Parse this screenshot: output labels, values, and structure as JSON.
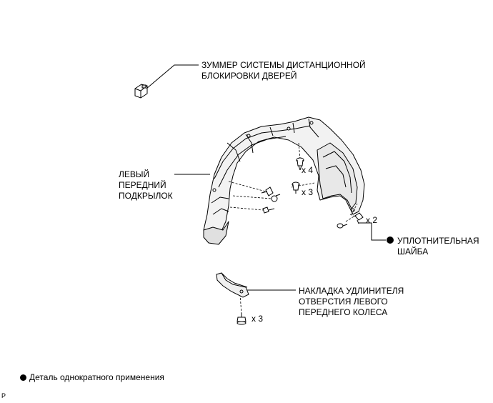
{
  "labels": {
    "buzzer": [
      "ЗУММЕР СИСТЕМЫ ДИСТАНЦИОННОЙ",
      "БЛОКИРОВКИ ДВЕРЕЙ"
    ],
    "liner": [
      "ЛЕВЫЙ",
      "ПЕРЕДНИЙ",
      "ПОДКРЫЛОК"
    ],
    "washer": [
      "УПЛОТНИТЕЛЬНАЯ",
      "ШАЙБА"
    ],
    "cover": [
      "НАКЛАДКА УДЛИНИТЕЛЯ",
      "ОТВЕРСТИЯ ЛЕВОГО",
      "ПЕРЕДНЕГО КОЛЕСА"
    ]
  },
  "quantities": {
    "upper_clip": "x 4",
    "middle_clip": "x 3",
    "rear_bolt": "x 2",
    "cover_bolt": "x 3"
  },
  "legend": {
    "non_reusable": "Деталь однократного применения"
  },
  "corner_mark": "P"
}
